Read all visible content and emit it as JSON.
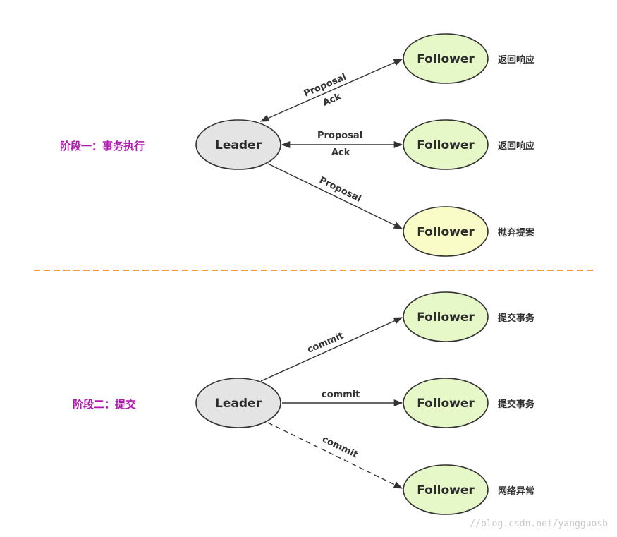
{
  "colors": {
    "phase_label": "#b018b0",
    "leader_fill": "#e4e4e4",
    "follower_fill": "#e6f7c8",
    "follower_discard_fill": "#fafcc8",
    "divider": "#f0a030"
  },
  "phase1": {
    "label": "阶段一：事务执行",
    "leader": "Leader",
    "followers": [
      {
        "label": "Follower",
        "note": "返回响应"
      },
      {
        "label": "Follower",
        "note": "返回响应"
      },
      {
        "label": "Follower",
        "note": "抛弃提案"
      }
    ],
    "edges": [
      {
        "label": "Proposal",
        "label2": "Ack"
      },
      {
        "label": "Proposal",
        "label2": "Ack"
      },
      {
        "label": "Proposal"
      }
    ]
  },
  "phase2": {
    "label": "阶段二：提交",
    "leader": "Leader",
    "followers": [
      {
        "label": "Follower",
        "note": "提交事务"
      },
      {
        "label": "Follower",
        "note": "提交事务"
      },
      {
        "label": "Follower",
        "note": "网络异常"
      }
    ],
    "edges": [
      {
        "label": "commit"
      },
      {
        "label": "commit"
      },
      {
        "label": "commit"
      }
    ]
  },
  "watermark": "//blog.csdn.net/yangguosb"
}
